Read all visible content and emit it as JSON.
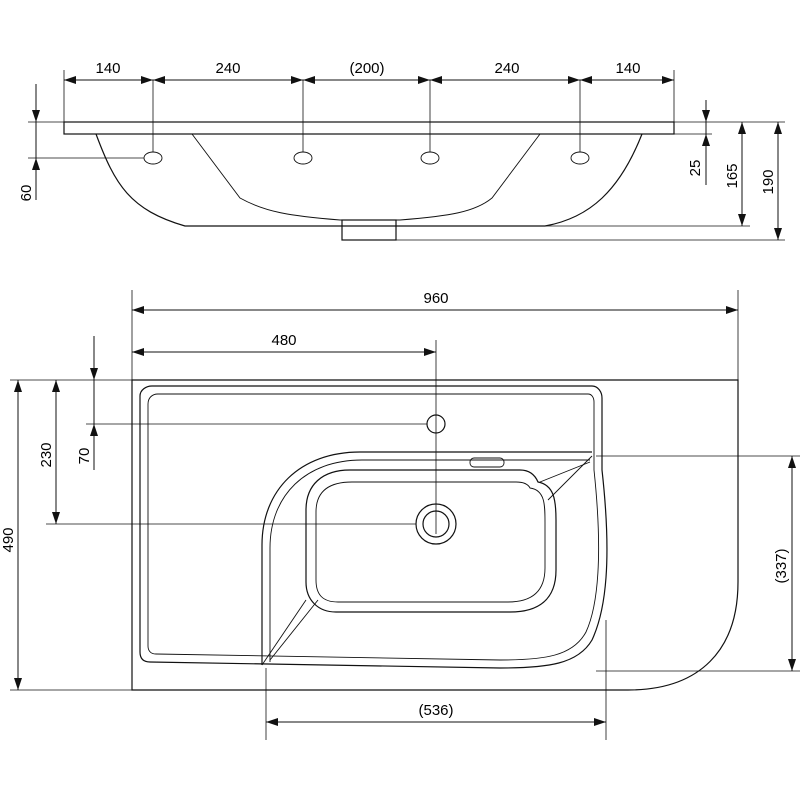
{
  "side_view": {
    "dims_top": [
      "140",
      "240",
      "(200)",
      "240",
      "140"
    ],
    "dim_left": "60",
    "dim_right_a": "25",
    "dim_right_b": "165",
    "dim_right_c": "190"
  },
  "top_view": {
    "dim_width": "960",
    "dim_half": "480",
    "dim_depth": "490",
    "dim_drain": "230",
    "dim_tap": "70",
    "dim_bowl_depth": "(337)",
    "dim_bowl_width": "(536)"
  }
}
